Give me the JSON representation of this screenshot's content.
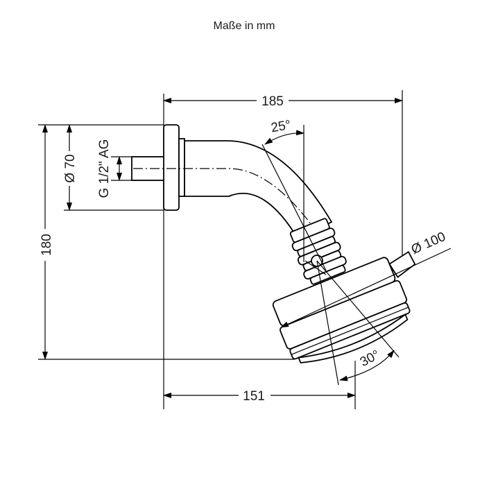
{
  "caption": "Maße in mm",
  "dims": {
    "width_total": "185",
    "width_outlet": "151",
    "height_total": "180",
    "flange_diameter": "Ø 70",
    "thread": "G 1/2\" AG",
    "head_diameter": "Ø 100",
    "angle_arm": "25°",
    "angle_head": "30°"
  },
  "colors": {
    "line": "#000000",
    "background": "#ffffff"
  }
}
